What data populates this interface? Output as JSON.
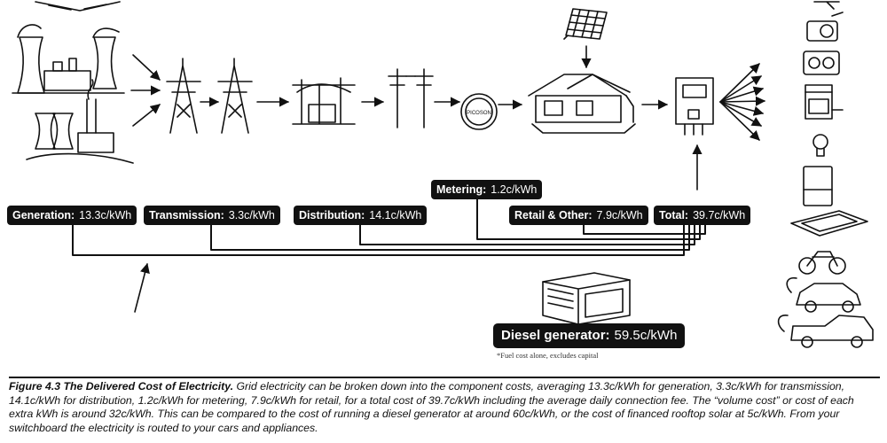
{
  "labels": {
    "generation": {
      "name": "Generation:",
      "value": "13.3c/kWh"
    },
    "transmission": {
      "name": "Transmission:",
      "value": "3.3c/kWh"
    },
    "distribution": {
      "name": "Distribution:",
      "value": "14.1c/kWh"
    },
    "metering": {
      "name": "Metering:",
      "value": "1.2c/kWh"
    },
    "retail": {
      "name": "Retail & Other:",
      "value": "7.9c/kWh"
    },
    "total": {
      "name": "Total:",
      "value": "39.7c/kWh"
    },
    "diesel": {
      "name": "Diesel generator:",
      "value": "59.5c/kWh"
    }
  },
  "diesel_note": "*Fuel cost alone, excludes capital",
  "meter_text": "PICOSON",
  "caption": {
    "title": "Figure 4.3 The Delivered Cost of Electricity.",
    "body": " Grid electricity can be broken down into the component costs, averaging 13.3c/kWh for generation, 3.3c/kWh for transmission, 14.1c/kWh for distribution, 1.2c/kWh for metering, 7.9c/kWh for retail, for a total cost of 39.7c/kWh including the average daily connection fee. The “volume cost” or cost of each extra kWh is around 32c/kWh. This can be compared to the cost of running a diesel generator at around 60c/kWh, or the cost of financed rooftop solar at 5c/kWh. From your switchboard the electricity is routed to your cars and appliances."
  }
}
